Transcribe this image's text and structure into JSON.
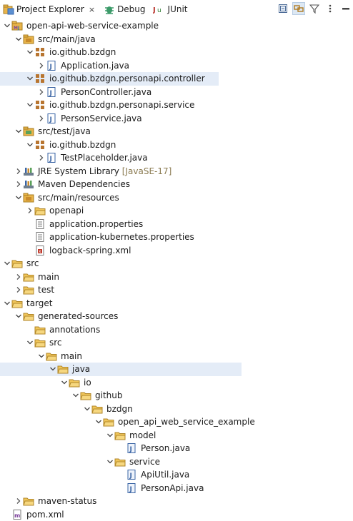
{
  "tabs": [
    {
      "label": "Project Explorer",
      "icon": "project-explorer-icon",
      "active": true,
      "close": "×"
    },
    {
      "label": "Debug",
      "icon": "debug-icon",
      "active": false
    },
    {
      "label": "JUnit",
      "icon": "junit-icon",
      "active": false
    }
  ],
  "toolbar": [
    "collapse-all-icon",
    "link-with-editor-icon",
    "filter-icon",
    "view-menu-icon",
    "minimize-icon"
  ],
  "tree": [
    {
      "label": "open-api-web-service-example",
      "depth": 0,
      "chevron": "down",
      "icon": "project"
    },
    {
      "label": "src/main/java",
      "depth": 1,
      "chevron": "down",
      "icon": "srcfolder"
    },
    {
      "label": "io.github.bzdgn",
      "depth": 2,
      "chevron": "down",
      "icon": "package"
    },
    {
      "label": "Application.java",
      "depth": 3,
      "chevron": "right",
      "icon": "java"
    },
    {
      "label": "io.github.bzdgn.personapi.controller",
      "depth": 2,
      "chevron": "down",
      "icon": "package",
      "selected": true
    },
    {
      "label": "PersonController.java",
      "depth": 3,
      "chevron": "right",
      "icon": "java"
    },
    {
      "label": "io.github.bzdgn.personapi.service",
      "depth": 2,
      "chevron": "down",
      "icon": "package"
    },
    {
      "label": "PersonService.java",
      "depth": 3,
      "chevron": "right",
      "icon": "java"
    },
    {
      "label": "src/test/java",
      "depth": 1,
      "chevron": "down",
      "icon": "srcfolder-test"
    },
    {
      "label": "io.github.bzdgn",
      "depth": 2,
      "chevron": "down",
      "icon": "package"
    },
    {
      "label": "TestPlaceholder.java",
      "depth": 3,
      "chevron": "right",
      "icon": "java"
    },
    {
      "label": "JRE System Library",
      "decoration": "[JavaSE-17]",
      "depth": 1,
      "chevron": "right",
      "icon": "library"
    },
    {
      "label": "Maven Dependencies",
      "depth": 1,
      "chevron": "right",
      "icon": "library"
    },
    {
      "label": "src/main/resources",
      "depth": 1,
      "chevron": "down",
      "icon": "srcfolder"
    },
    {
      "label": "openapi",
      "depth": 2,
      "chevron": "right",
      "icon": "folder"
    },
    {
      "label": "application.properties",
      "depth": 2,
      "chevron": "none",
      "icon": "file"
    },
    {
      "label": "application-kubernetes.properties",
      "depth": 2,
      "chevron": "none",
      "icon": "file"
    },
    {
      "label": "logback-spring.xml",
      "depth": 2,
      "chevron": "none",
      "icon": "xml"
    },
    {
      "label": "src",
      "depth": 0,
      "chevron": "down",
      "icon": "folder"
    },
    {
      "label": "main",
      "depth": 1,
      "chevron": "right",
      "icon": "folder"
    },
    {
      "label": "test",
      "depth": 1,
      "chevron": "right",
      "icon": "folder"
    },
    {
      "label": "target",
      "depth": 0,
      "chevron": "down",
      "icon": "folder"
    },
    {
      "label": "generated-sources",
      "depth": 1,
      "chevron": "down",
      "icon": "folder"
    },
    {
      "label": "annotations",
      "depth": 2,
      "chevron": "none",
      "icon": "folder"
    },
    {
      "label": "src",
      "depth": 2,
      "chevron": "down",
      "icon": "folder"
    },
    {
      "label": "main",
      "depth": 3,
      "chevron": "down",
      "icon": "folder"
    },
    {
      "label": "java",
      "depth": 4,
      "chevron": "down",
      "icon": "folder",
      "selected": true
    },
    {
      "label": "io",
      "depth": 5,
      "chevron": "down",
      "icon": "folder"
    },
    {
      "label": "github",
      "depth": 6,
      "chevron": "down",
      "icon": "folder"
    },
    {
      "label": "bzdgn",
      "depth": 7,
      "chevron": "down",
      "icon": "folder"
    },
    {
      "label": "open_api_web_service_example",
      "depth": 8,
      "chevron": "down",
      "icon": "folder"
    },
    {
      "label": "model",
      "depth": 9,
      "chevron": "down",
      "icon": "folder"
    },
    {
      "label": "Person.java",
      "depth": 10,
      "chevron": "none",
      "icon": "javafile"
    },
    {
      "label": "service",
      "depth": 9,
      "chevron": "down",
      "icon": "folder"
    },
    {
      "label": "ApiUtil.java",
      "depth": 10,
      "chevron": "none",
      "icon": "javafile"
    },
    {
      "label": "PersonApi.java",
      "depth": 10,
      "chevron": "none",
      "icon": "javafile"
    },
    {
      "label": "maven-status",
      "depth": 1,
      "chevron": "right",
      "icon": "folder"
    },
    {
      "label": "pom.xml",
      "depth": 0,
      "chevron": "none",
      "icon": "pom"
    }
  ]
}
